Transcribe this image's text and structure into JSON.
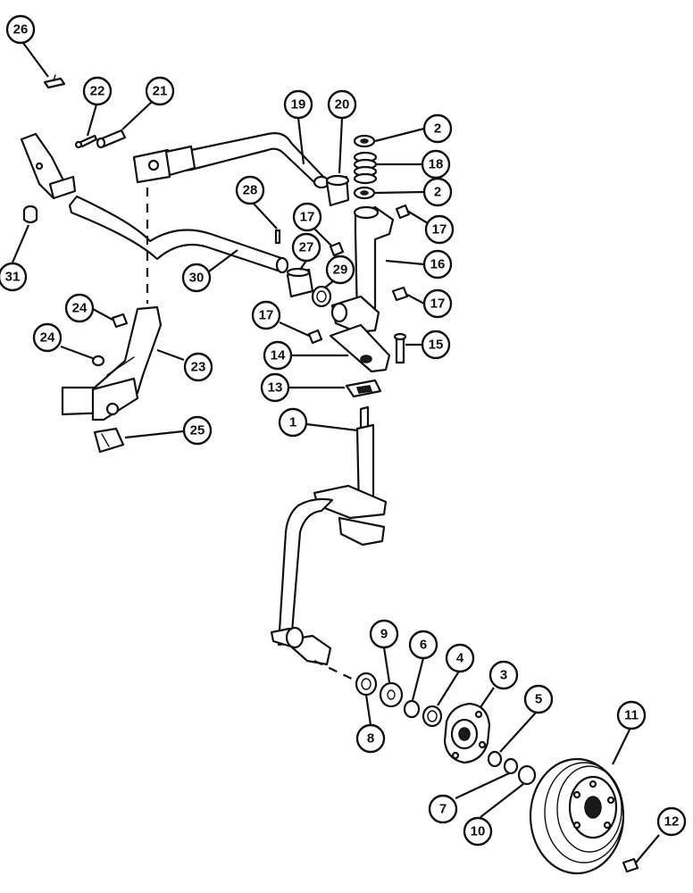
{
  "callouts": [
    {
      "id": "c26",
      "label": "26"
    },
    {
      "id": "c22",
      "label": "22"
    },
    {
      "id": "c21",
      "label": "21"
    },
    {
      "id": "c19",
      "label": "19"
    },
    {
      "id": "c20",
      "label": "20"
    },
    {
      "id": "c2a",
      "label": "2"
    },
    {
      "id": "c18",
      "label": "18"
    },
    {
      "id": "c2b",
      "label": "2"
    },
    {
      "id": "c17a",
      "label": "17"
    },
    {
      "id": "c28",
      "label": "28"
    },
    {
      "id": "c17b",
      "label": "17"
    },
    {
      "id": "c16",
      "label": "16"
    },
    {
      "id": "c27",
      "label": "27"
    },
    {
      "id": "c29",
      "label": "29"
    },
    {
      "id": "c17c",
      "label": "17"
    },
    {
      "id": "c31",
      "label": "31"
    },
    {
      "id": "c30",
      "label": "30"
    },
    {
      "id": "c24a",
      "label": "24"
    },
    {
      "id": "c17d",
      "label": "17"
    },
    {
      "id": "c15",
      "label": "15"
    },
    {
      "id": "c24b",
      "label": "24"
    },
    {
      "id": "c14",
      "label": "14"
    },
    {
      "id": "c23",
      "label": "23"
    },
    {
      "id": "c13",
      "label": "13"
    },
    {
      "id": "c1",
      "label": "1"
    },
    {
      "id": "c25",
      "label": "25"
    },
    {
      "id": "c9",
      "label": "9"
    },
    {
      "id": "c6",
      "label": "6"
    },
    {
      "id": "c4",
      "label": "4"
    },
    {
      "id": "c3",
      "label": "3"
    },
    {
      "id": "c5",
      "label": "5"
    },
    {
      "id": "c11",
      "label": "11"
    },
    {
      "id": "c8",
      "label": "8"
    },
    {
      "id": "c7",
      "label": "7"
    },
    {
      "id": "c10",
      "label": "10"
    },
    {
      "id": "c12",
      "label": "12"
    }
  ]
}
